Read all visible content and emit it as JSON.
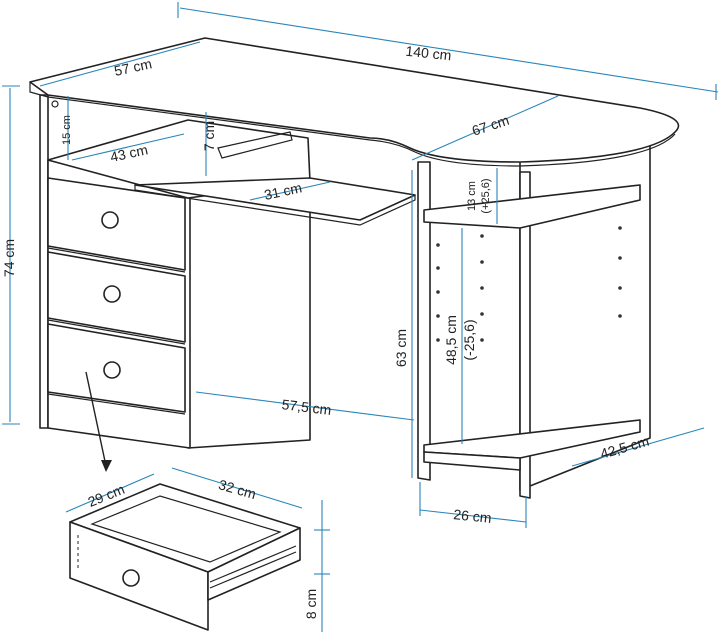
{
  "labels": {
    "total_width": "140 cm",
    "left_depth": "57 cm",
    "right_depth": "67 cm",
    "height_total": "74 cm",
    "shelf_gap": "15 cm",
    "inner_depth": "43 cm",
    "keyboard_gap": "7 cm",
    "keyboard_depth": "31 cm",
    "top_shelf_line1": "13 cm",
    "top_shelf_line2": "(+25,6)",
    "side_height": "63 cm",
    "mid_shelf_line1": "48,5 cm",
    "mid_shelf_line2": "(-25,6)",
    "knee_width": "57,5 cm",
    "side_depth": "42,5 cm",
    "base_width": "26 cm",
    "drawer_width": "29 cm",
    "drawer_depth": "32 cm",
    "drawer_height": "8 cm"
  },
  "colors": {
    "dimension": "#2a86b9",
    "outline": "#222222"
  }
}
